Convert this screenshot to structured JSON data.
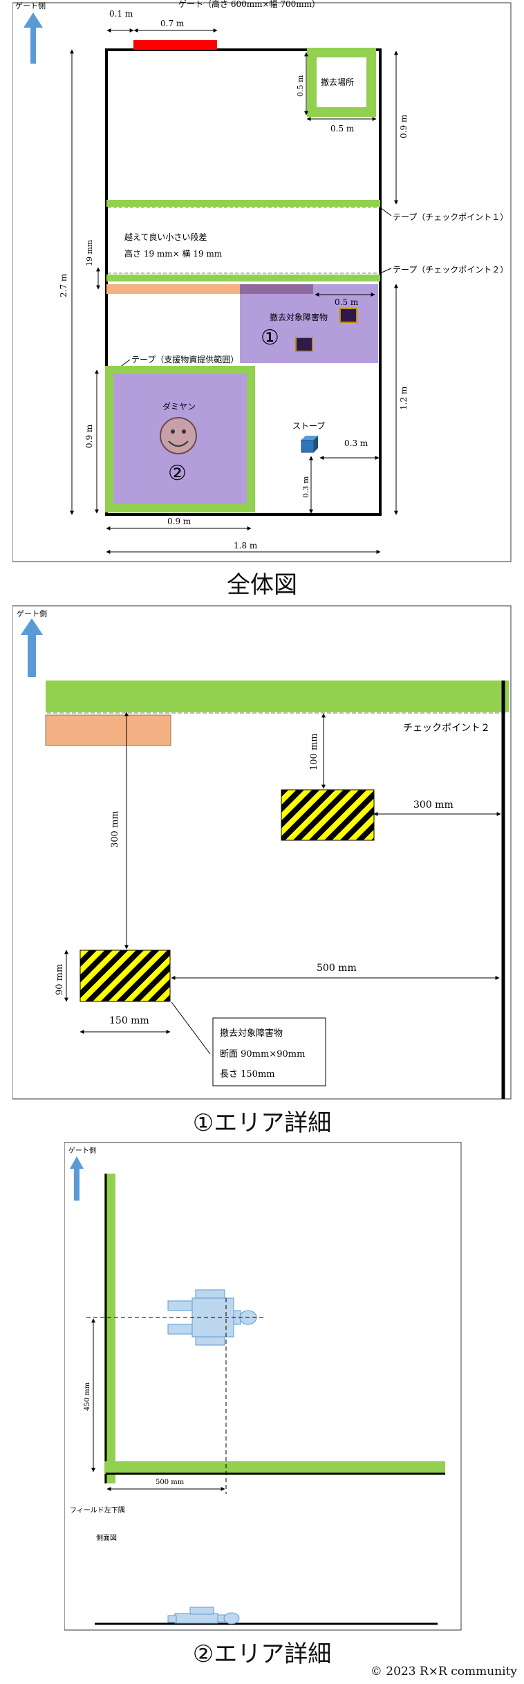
{
  "palette": {
    "green": "#92d050",
    "purple": "#b39ddb",
    "orange": "#f4b183",
    "red": "#ff0000",
    "blue": "#5b9bd5",
    "lightblue": "#bdd7ee",
    "black": "#000000"
  },
  "overview": {
    "gate_side": "ゲート側",
    "gate_label": "ゲート（高さ 600mm×幅 700mm）",
    "dim_gate_offset": "0.1 m",
    "dim_gate_width": "0.7 m",
    "disposal_place": "撤去場所",
    "dim_disposal_h": "0.5 m",
    "dim_disposal_w": "0.5 m",
    "dim_top_right": "0.9 m",
    "tape_cp1": "テープ（チェックポイント１）",
    "step_note_1": "越えて良い小さい段差",
    "step_note_2": "高さ 19 mm× 横 19 mm",
    "dim_step": "19 mm",
    "tape_cp2": "テープ（チェックポイント２）",
    "dim_area1_w": "0.5 m",
    "obstacle_label": "撤去対象障害物",
    "area1_num": "①",
    "tape_support": "テープ（支援物資提供範囲）",
    "dummy": "ダミヤン",
    "area2_num": "②",
    "stove": "ストーブ",
    "dim_stove_r": "0.3 m",
    "dim_stove_b": "0.3 m",
    "dim_left_total": "2.7 m",
    "dim_area2_h": "0.9 m",
    "dim_area2_w": "0.9 m",
    "dim_right_lower": "1.2 m",
    "dim_total_w": "1.8 m",
    "caption": "全体図"
  },
  "area1": {
    "gate_side": "ゲート側",
    "checkpoint": "チェックポイント２",
    "dim_100": "100 mm",
    "dim_300_right": "300 mm",
    "dim_300_vertical": "300 mm",
    "dim_90": "90 mm",
    "dim_500": "500 mm",
    "dim_150": "150 mm",
    "box_line1": "撤去対象障害物",
    "box_line2": "断面 90mm×90mm",
    "box_line3": "長さ 150mm",
    "caption": "①エリア詳細"
  },
  "area2": {
    "gate_side": "ゲート側",
    "dim_450": "450 mm",
    "dim_500": "500 mm",
    "field_corner": "フィールド左下隅",
    "side_view": "側面図",
    "caption": "②エリア詳細"
  },
  "copyright": "© 2023 R×R community"
}
